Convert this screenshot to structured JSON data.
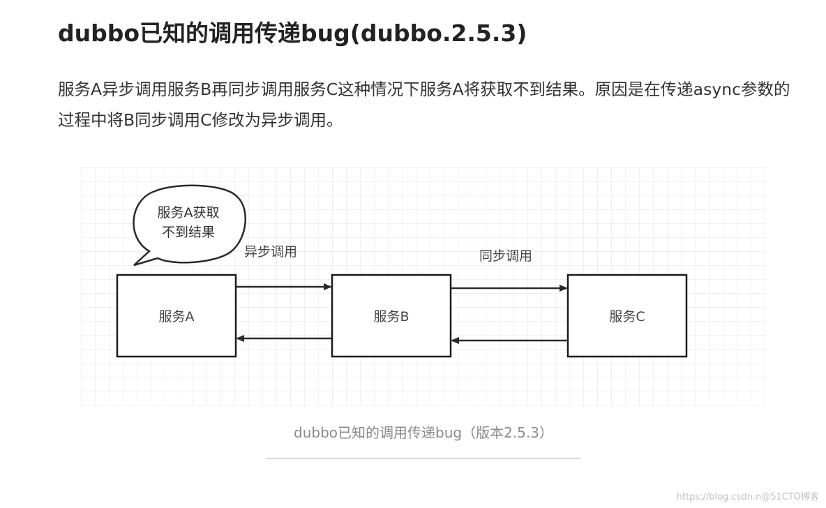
{
  "heading": "dubbo已知的调用传递bug(dubbo.2.5.3)",
  "paragraph": "服务A异步调用服务B再同步调用服务C这种情况下服务A将获取不到结果。原因是在传递async参数的过程中将B同步调用C修改为异步调用。",
  "diagram": {
    "bubble": {
      "line1": "服务A获取",
      "line2": "不到结果"
    },
    "nodes": [
      {
        "label": "服务A"
      },
      {
        "label": "服务B"
      },
      {
        "label": "服务C"
      }
    ],
    "edges": [
      {
        "label": "异步调用"
      },
      {
        "label": "同步调用"
      }
    ]
  },
  "caption": "dubbo已知的调用传递bug（版本2.5.3）",
  "watermark": "https://blog.csdn.n@51CTO博客"
}
